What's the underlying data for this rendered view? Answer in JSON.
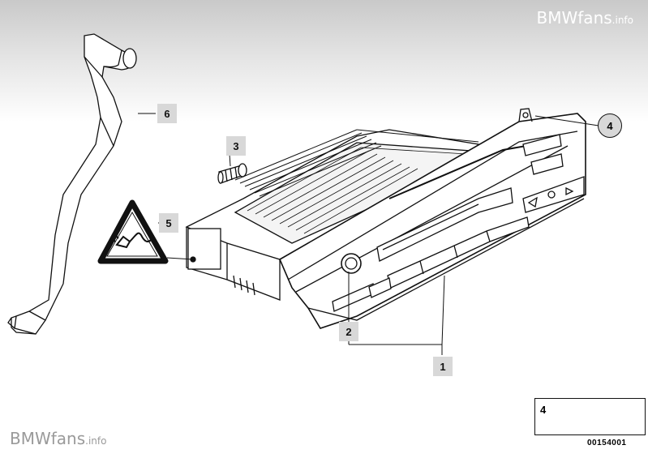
{
  "watermarks": {
    "top_brand": "BMWfans",
    "top_suffix": ".info",
    "bottom_brand": "BMWfans",
    "bottom_suffix": ".info"
  },
  "callouts": {
    "c1": "1",
    "c2": "2",
    "c3": "3",
    "c4": "4",
    "c5": "5",
    "c6": "6"
  },
  "legend": {
    "item": "4"
  },
  "reference_number": "00154001",
  "colors": {
    "callout_bg": "#d8d8d8",
    "line": "#111111",
    "header_gradient_top": "#c9c9c9"
  },
  "icons": [
    "screw-icon",
    "arrow-bracket-icon",
    "warning-triangle-icon",
    "plug-icon"
  ]
}
